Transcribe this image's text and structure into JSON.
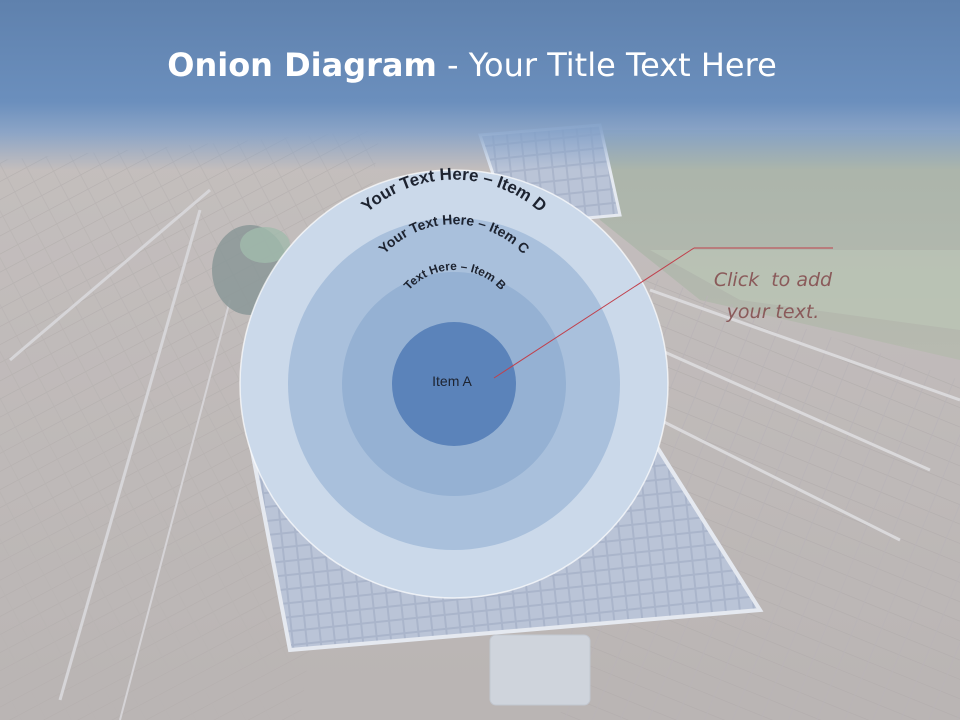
{
  "slide": {
    "title_bold": "Onion Diagram",
    "title_rest": " - Your Title Text Here"
  },
  "diagram": {
    "layers": [
      {
        "id": "D",
        "label": "Your Text Here – Item D",
        "fill": "#cbd9ea"
      },
      {
        "id": "C",
        "label": "Your Text Here – Item C",
        "fill": "#a9c0dc"
      },
      {
        "id": "B",
        "label": "Text Here – Item B",
        "fill": "#95b1d3"
      },
      {
        "id": "A",
        "label": "Item A",
        "fill": "#5b83ba"
      }
    ],
    "callout": {
      "line1": "Click  to add",
      "line2": "your text.",
      "line_color": "#c0404c"
    }
  }
}
